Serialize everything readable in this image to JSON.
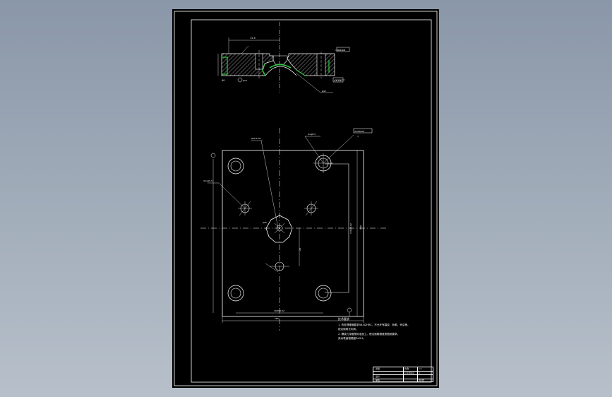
{
  "colors": {
    "background": "#8a97a8",
    "sheet": "#000000",
    "line": "#ffffff",
    "hatch": "#ffffff",
    "highlight": "#2ecc40"
  },
  "section_view": {
    "labels": {
      "top_dim": "72.5",
      "left_dim": "40",
      "flat_tag_right": "0.8 0.8",
      "flat_tag_lower": "0.8 0.8",
      "bottom_right": "φ42",
      "bottom_left": "φ10"
    }
  },
  "plan_view": {
    "leaders": {
      "top_left_callout": "φ29.5 H7",
      "center_top_callout": "4×φ8.5",
      "top_right_callout": "4×M8-6H",
      "top_right_sub": "▽",
      "left_callout": "4×φ10.5"
    },
    "dims": {
      "inner_width": "108±0.02",
      "outer_width": "160",
      "right_height": "130±0.02",
      "outer_height": "200",
      "small_offset": "20",
      "bore_label": "φ20"
    }
  },
  "tech_notes": {
    "title": "技术要求",
    "items": [
      "1. 热处理硬度要求58-62HRC，不允许有裂纹、砂眼、夹杂等。",
      "   锐边倒角去毛刺。",
      "2. 螺纹孔深度按标准加工。配合面粗糙度按图纸要求。",
      "   其余表面粗糙度Ra3.2。"
    ]
  },
  "title_block": {
    "drawing_name": "凹模",
    "scale_label": "比例",
    "scale_value": "1:1",
    "material": "Cr12MoV",
    "qty": "1",
    "designer": "设计",
    "checker": "审核",
    "sheet": "共1张"
  }
}
